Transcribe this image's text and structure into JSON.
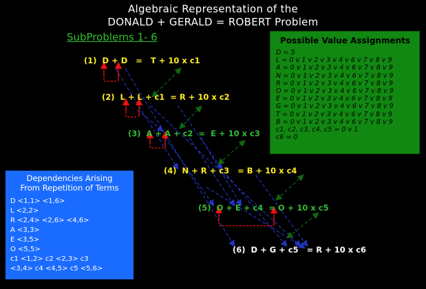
{
  "title": {
    "line1": "Algebraic Representation of the",
    "line2": "DONALD + GERALD = ROBERT Problem"
  },
  "subproblems_heading": "SubProblems 1- 6",
  "equations": [
    "(1)  D + D   =   T + 10 x c1",
    "(2)  L + L + c1  = R + 10 x c2",
    "(3)  A + A + c2  =  E + 10 x c3",
    "(4)  N + R + c3   = B + 10 x c4",
    "(5)  O + E + c4  = O + 10 x c5",
    "(6)  D + G + c5   = R + 10 x c6"
  ],
  "possible_values": {
    "heading": "Possible Value Assignments",
    "rows": [
      "D = 5",
      "L = 0 v 1   v 2 v 3 v 4 v 6 v 7 v 8 v 9",
      "A = 0 v 1   v 2 v 3 v 4 v 6 v 7 v 8 v 9",
      "N = 0 v 1   v 2 v 3 v 4 v 6 v 7 v 8 v 9",
      "R = 0 v 1   v 2 v 3 v 4 v 6 v 7 v 8 v 9",
      "O = 0 v 1   v 2 v 3 v 4 v 6 v 7 v 8 v 9",
      "E = 0 v 1   v 2 v 3 v 4 v 6 v 7 v 8 v 9",
      "G = 0 v 1   v 2 v 3 v 4 v 6 v 7 v 8 v 9",
      "T = 0 v 1   v 2 v 3 v 4 v 6 v 7 v 8 v 9",
      "B = 0 v 1   v 2 v 3 v 4 v 6 v 7 v 8 v 9",
      "c1, c2, c3, c4, c5  = 0 v 1",
      "c6 = 0"
    ]
  },
  "dependencies": {
    "heading_line1": "Dependencies Arising",
    "heading_line2": "From Repetition of Terms",
    "rows": [
      "D  <1,1>  <1,6>",
      "L  <2,2>",
      "R  <2,4>  <2,6>  <4,6>",
      "A  <3,3>",
      "E  <3,5>",
      "O  <5,5>",
      "c1  <1,2>  c2  <2,3>  c3",
      "<3,4>  c4  <4,5>  c5  <5,6>"
    ]
  },
  "colors": {
    "background": "#000000",
    "yellow_text": "#ffee22",
    "green_text": "#33bb33",
    "green_panel": "#118811",
    "blue_panel": "#1a6bff",
    "red_arrow": "#ee1111",
    "blue_arrow": "#2233bb",
    "green_arrow": "#116611"
  }
}
